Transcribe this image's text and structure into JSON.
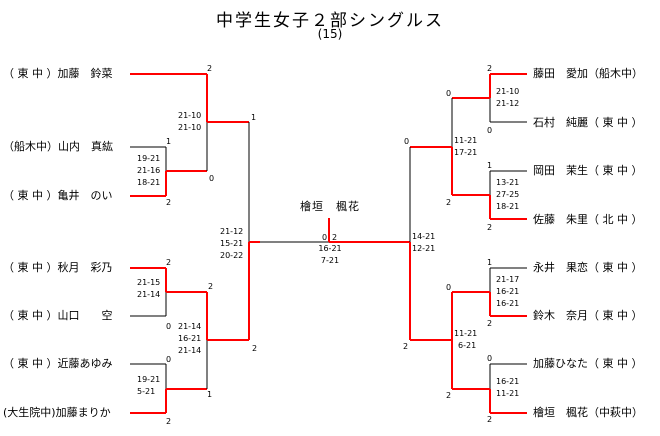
{
  "header": {
    "title": "中学生女子２部シングルス",
    "subtitle": "(15)"
  },
  "champion": "檜垣　楓花",
  "colors": {
    "win_line": "#ff0000",
    "lose_line": "#000000"
  },
  "left_players": [
    {
      "school": "（ 東 中 ）",
      "name": "加藤　鈴菜"
    },
    {
      "school": "（船木中）",
      "name": "山内　真紘"
    },
    {
      "school": "（ 東 中 ）",
      "name": "亀井　のい"
    },
    {
      "school": "（ 東 中 ）",
      "name": "秋月　彩乃"
    },
    {
      "school": "（ 東 中 ）",
      "name": "山口　　空"
    },
    {
      "school": "（ 東 中 ）",
      "name": "近藤あゆみ"
    },
    {
      "school": "(大生院中)",
      "name": "加藤まりか"
    }
  ],
  "right_players": [
    {
      "name": "藤田　愛加",
      "school": "（船木中）"
    },
    {
      "name": "石村　純麗",
      "school": "（ 東 中 ）"
    },
    {
      "name": "岡田　茉生",
      "school": "（ 東 中 ）"
    },
    {
      "name": "佐藤　朱里",
      "school": "（ 北 中 ）"
    },
    {
      "name": "永井　果恋",
      "school": "（ 東 中 ）"
    },
    {
      "name": "鈴木　奈月",
      "school": "（ 東 中 ）"
    },
    {
      "name": "加藤ひなた",
      "school": "（ 東 中 ）"
    },
    {
      "name": "檜垣　楓花",
      "school": "（中萩中）"
    }
  ],
  "matches": {
    "L_r1_a": {
      "scores": [
        "19-21",
        "21-16",
        "18-21"
      ],
      "games": [
        "1",
        "2"
      ]
    },
    "L_r1_b": {
      "scores": [
        "21-15",
        "21-14"
      ],
      "games": [
        "2",
        "0"
      ]
    },
    "L_r1_c": {
      "scores": [
        "19-21",
        "5-21"
      ],
      "games": [
        "0",
        "2"
      ]
    },
    "L_r2_a": {
      "scores": [
        "21-10",
        "21-10"
      ],
      "games": [
        "2",
        "0"
      ]
    },
    "L_r2_b": {
      "scores": [
        "21-14",
        "16-21",
        "21-14"
      ],
      "games": [
        "2",
        "1"
      ]
    },
    "L_r3": {
      "scores": [
        "21-12",
        "15-21",
        "20-22"
      ],
      "games": [
        "1",
        "2"
      ]
    },
    "R_r1_a": {
      "scores": [
        "21-10",
        "21-12"
      ],
      "games": [
        "2",
        "0"
      ]
    },
    "R_r1_b": {
      "scores": [
        "13-21",
        "27-25",
        "18-21"
      ],
      "games": [
        "1",
        "2"
      ]
    },
    "R_r1_c": {
      "scores": [
        "21-17",
        "16-21",
        "16-21"
      ],
      "games": [
        "1",
        "2"
      ]
    },
    "R_r1_d": {
      "scores": [
        "16-21",
        "11-21"
      ],
      "games": [
        "0",
        "2"
      ]
    },
    "R_r2_a": {
      "scores": [
        "11-21",
        "17-21"
      ],
      "games": [
        "0",
        "2"
      ]
    },
    "R_r2_b": {
      "scores": [
        "11-21",
        "6-21"
      ],
      "games": [
        "0",
        "2"
      ]
    },
    "R_r3": {
      "scores": [
        "14-21",
        "12-21"
      ],
      "games": [
        "0",
        "2"
      ]
    },
    "final": {
      "scores": [
        "16-21",
        "7-21"
      ],
      "games": [
        "0",
        "2"
      ]
    }
  }
}
